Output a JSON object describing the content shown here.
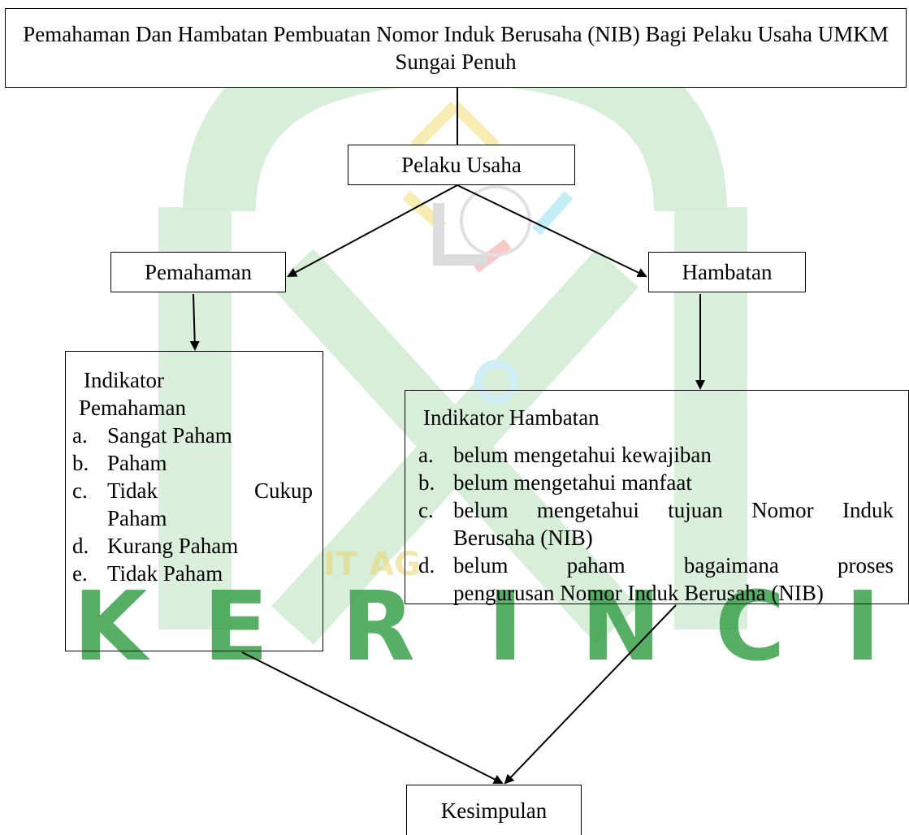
{
  "diagram": {
    "title": "Pemahaman Dan Hambatan Pembuatan Nomor Induk Berusaha (NIB) Bagi Pelaku Usaha UMKM Sungai Penuh",
    "pelaku": "Pelaku Usaha",
    "pemahaman": "Pemahaman",
    "hambatan": "Hambatan",
    "indikator_pemahaman": {
      "heading_line1": "Indikator",
      "heading_line2": "Pemahaman",
      "items": [
        {
          "marker": "a.",
          "text": "Sangat Paham"
        },
        {
          "marker": "b.",
          "text": "Paham"
        },
        {
          "marker": "c.",
          "text": "Tidak Cukup Paham",
          "word1": "Tidak",
          "word2": "Cukup",
          "line2": "Paham"
        },
        {
          "marker": "d.",
          "text": "Kurang Paham"
        },
        {
          "marker": "e.",
          "text": "Tidak Paham"
        }
      ]
    },
    "indikator_hambatan": {
      "heading": "Indikator Hambatan",
      "items": [
        {
          "marker": "a.",
          "text": "belum mengetahui kewajiban"
        },
        {
          "marker": "b.",
          "text": "belum mengetahui manfaat"
        },
        {
          "marker": "c.",
          "text": "belum mengetahui tujuan Nomor Induk Berusaha (NIB)",
          "line1_words": [
            "belum",
            "mengetahui",
            "tujuan",
            "Nomor",
            "Induk"
          ],
          "line2": "Berusaha (NIB)"
        },
        {
          "marker": "d.",
          "text": "belum paham bagaimana proses pengurusan Nomor Induk Berusaha (NIB)",
          "line1_words": [
            "belum",
            "paham",
            "bagaimana",
            "proses"
          ],
          "line2": "pengurusan Nomor Induk Berusaha (NIB)"
        }
      ]
    },
    "kesimpulan": "Kesimpulan"
  },
  "watermark": {
    "text": "K E R I N C I",
    "partial_text": "IT AG",
    "color_green": "#3aa04a",
    "color_light_green": "#cde9cf"
  }
}
